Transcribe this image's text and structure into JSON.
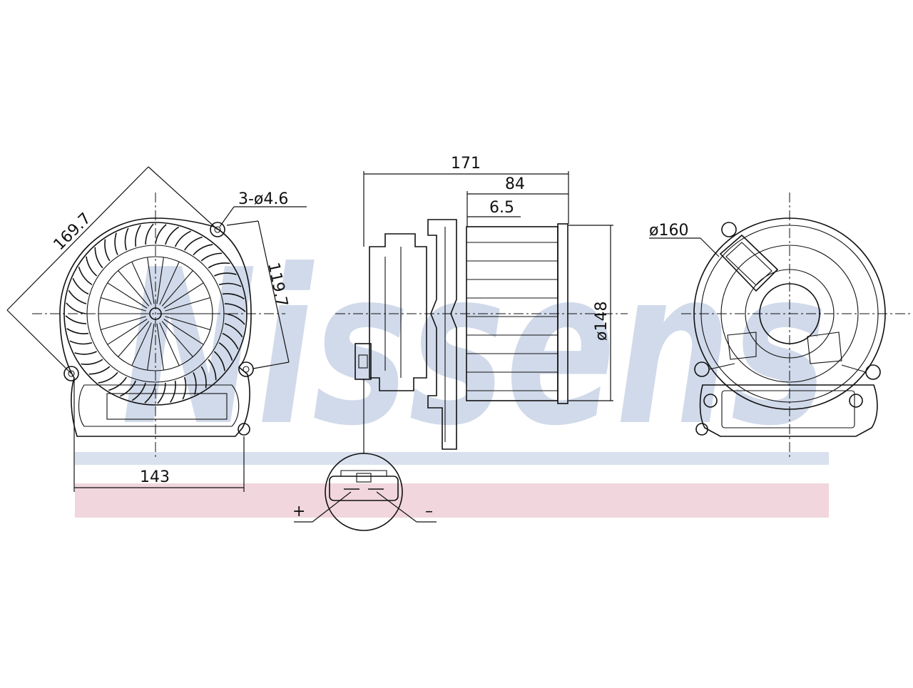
{
  "watermark": {
    "text": "Nissens",
    "text_color": "#c9d4e6",
    "band_top_color": "#d9e1ee",
    "band_bottom_color": "#f1d6dd"
  },
  "dimensions": {
    "diagonal": "169.7",
    "holes": "3-ø4.6",
    "bolt_span": "119.7",
    "width_front": "143",
    "length_total": "171",
    "length_housing": "84",
    "flange": "6.5",
    "diameter_fan": "ø148",
    "diameter_outer": "ø160"
  },
  "connector": {
    "plus": "+",
    "minus": "–"
  }
}
